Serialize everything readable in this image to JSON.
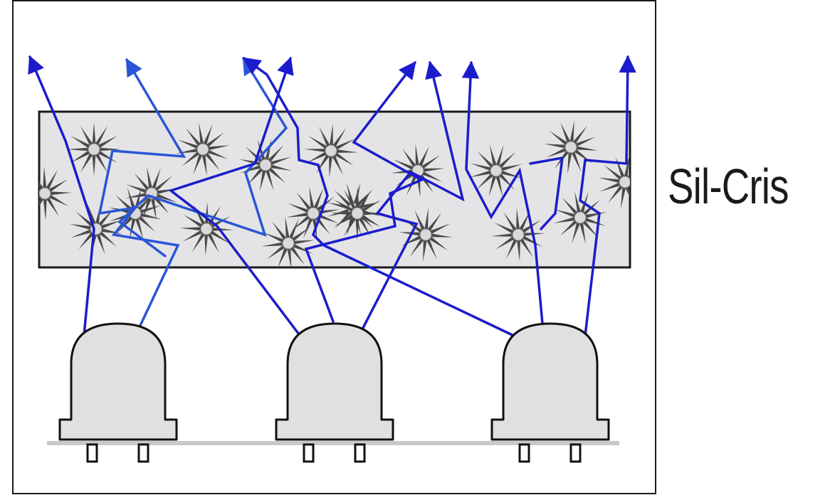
{
  "brand": {
    "text": "Sil-Cris"
  },
  "colors": {
    "frame": "#1a1a1a",
    "block_fill": "#e4e4e6",
    "particle": "#4a4a4a",
    "particle_center": "#d9d9d9",
    "ray": "#1c1ccc",
    "ray_light": "#2a55d8",
    "led_fill": "#e0e0e0",
    "base_line": "#c8c8c8"
  },
  "diagram": {
    "components": [
      "diffuser-block",
      "scattering-particles",
      "light-rays",
      "led-emitters"
    ],
    "led_count": 3,
    "particle_count": 20,
    "ray_count": 10
  }
}
